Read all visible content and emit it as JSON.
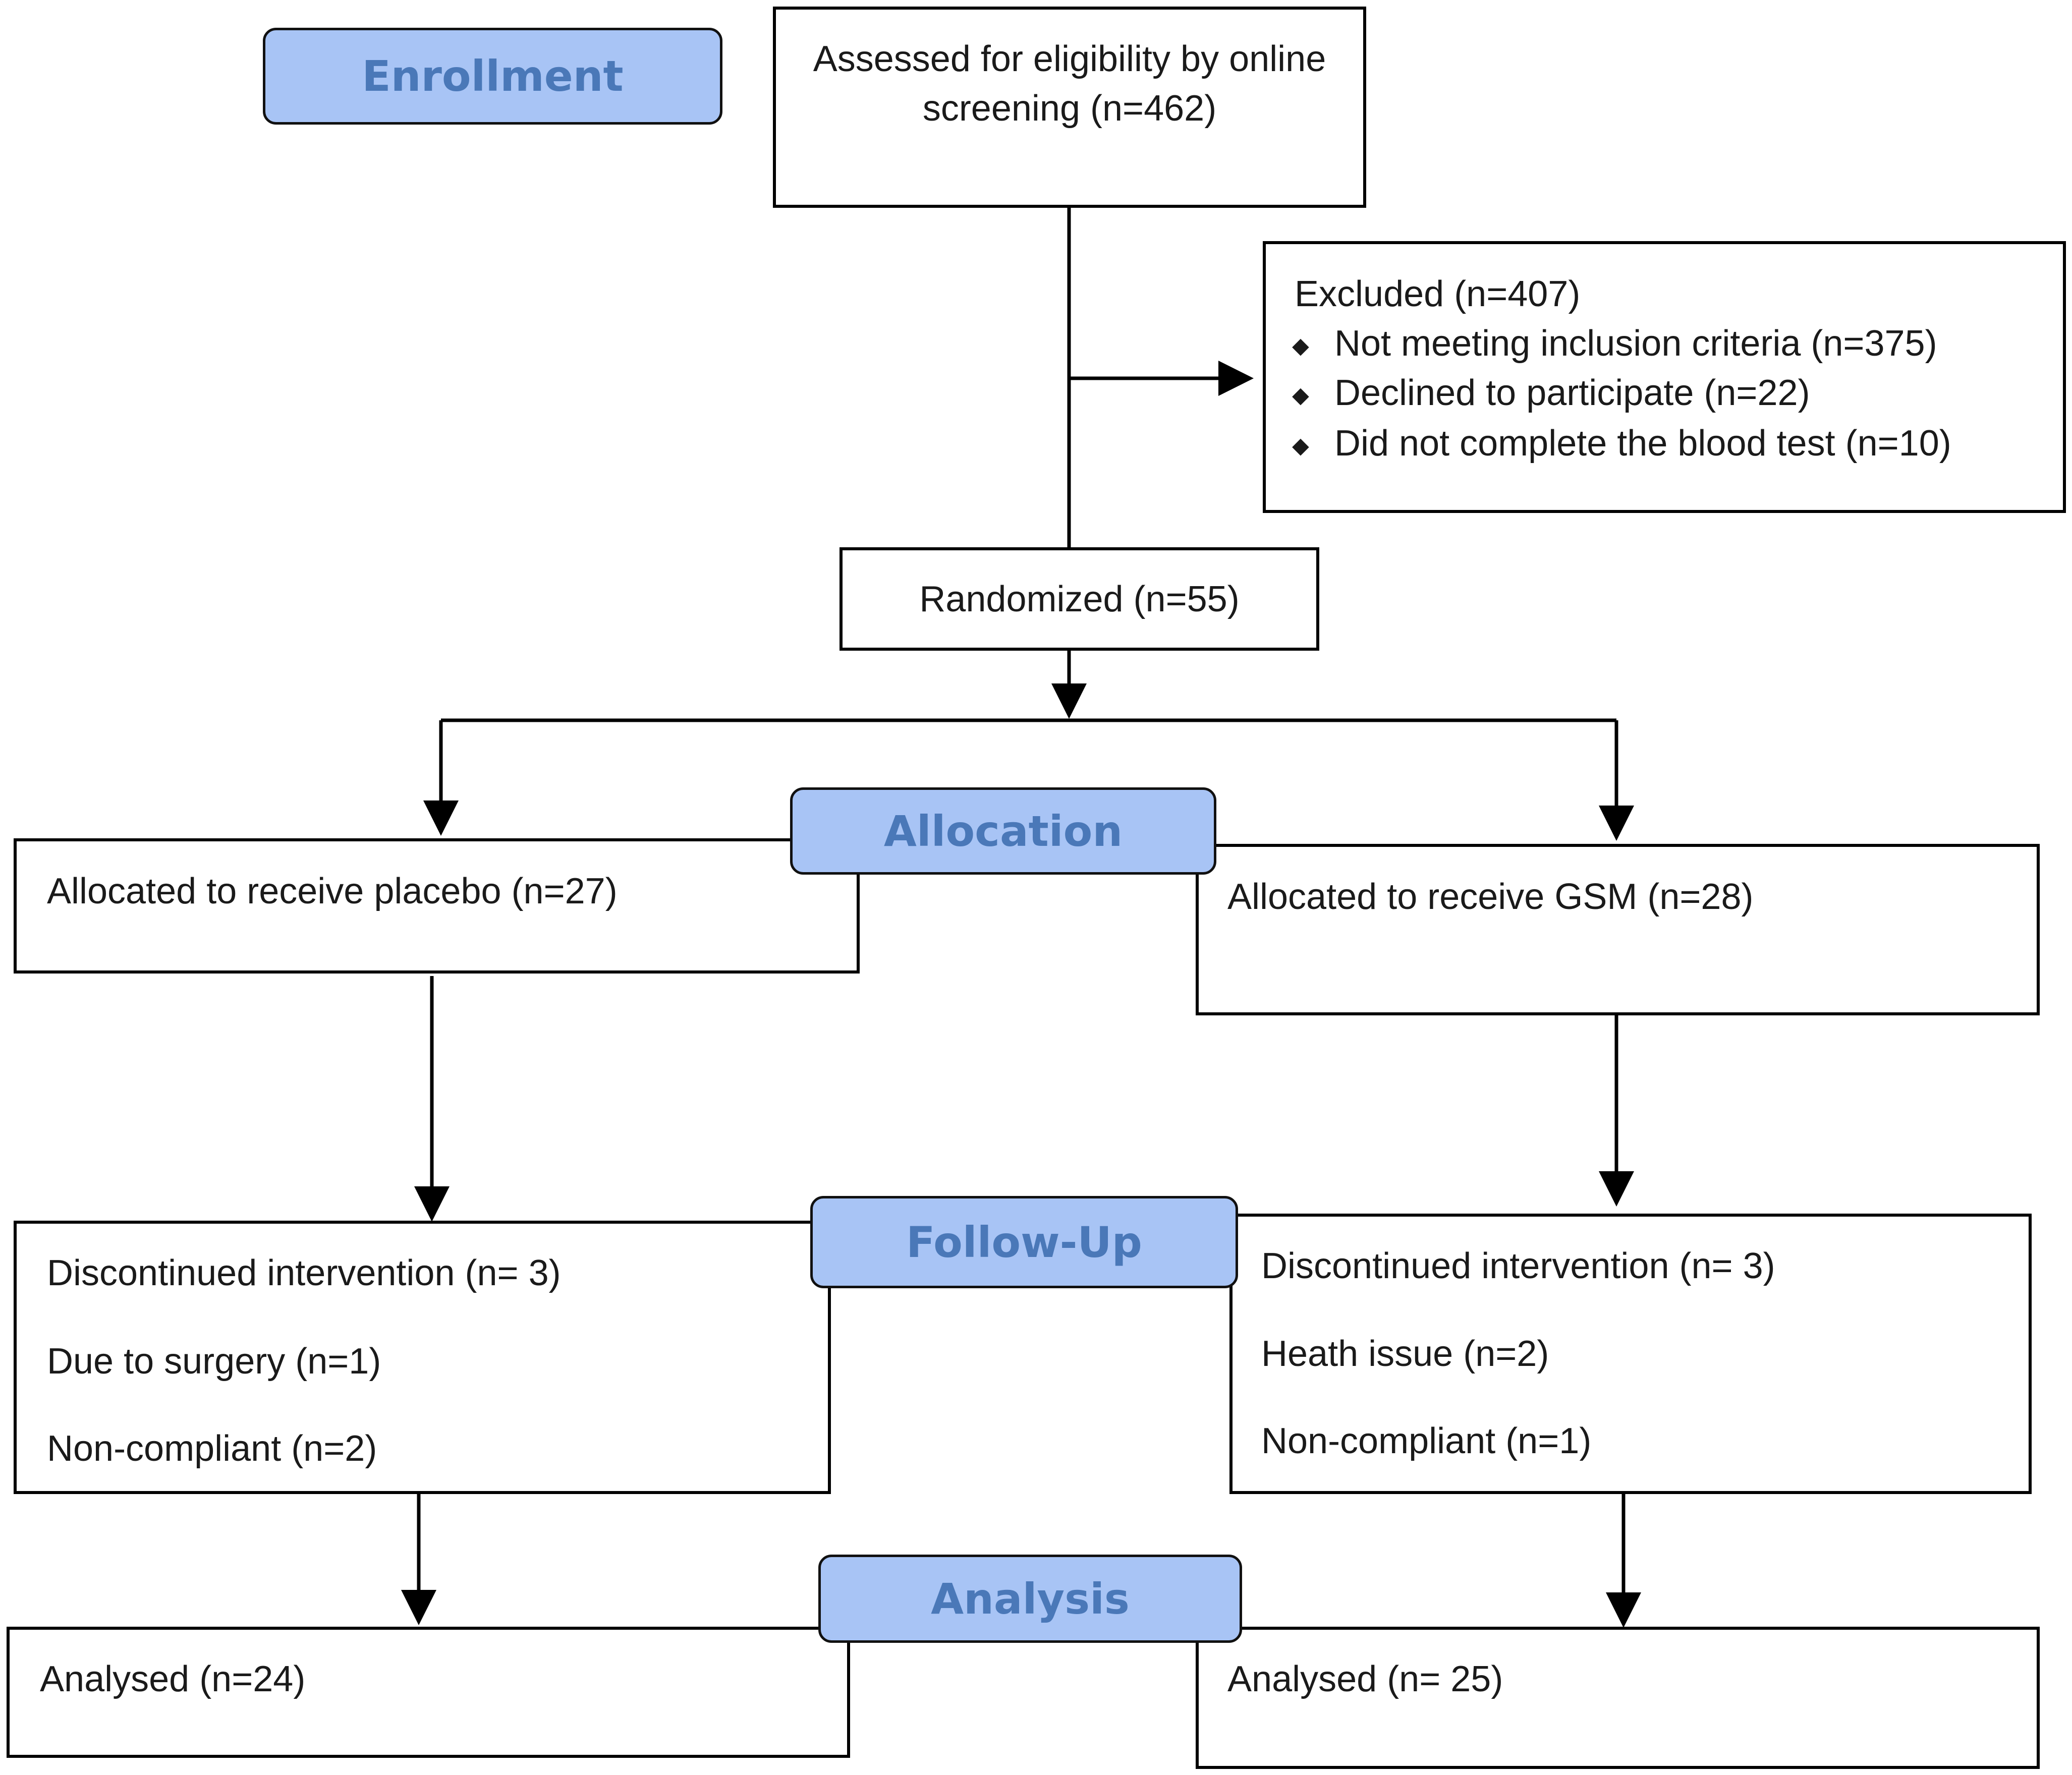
{
  "stages": {
    "enrollment": "Enrollment",
    "allocation": "Allocation",
    "follow_up": "Follow-Up",
    "analysis": "Analysis"
  },
  "assessed": {
    "line1": "Assessed for eligibility by online",
    "line2": "screening (n=462)"
  },
  "excluded": {
    "title": "Excluded (n=407)",
    "bullet_icon": "diamond-bullet",
    "items": [
      "Not meeting inclusion criteria (n=375)",
      "Declined to participate (n=22)",
      "Did not complete the blood test (n=10)"
    ]
  },
  "randomized": "Randomized (n=55)",
  "placebo": {
    "allocated": "Allocated to receive placebo (n=27)",
    "followup": [
      "Discontinued intervention (n= 3)",
      "Due to surgery (n=1)",
      "Non-compliant (n=2)"
    ],
    "analysed": "Analysed (n=24)"
  },
  "gsm": {
    "allocated": "Allocated to receive GSM (n=28)",
    "followup": [
      "Discontinued intervention (n= 3)",
      "Heath issue (n=2)",
      "Non-compliant (n=1)"
    ],
    "analysed": "Analysed (n= 25)"
  }
}
